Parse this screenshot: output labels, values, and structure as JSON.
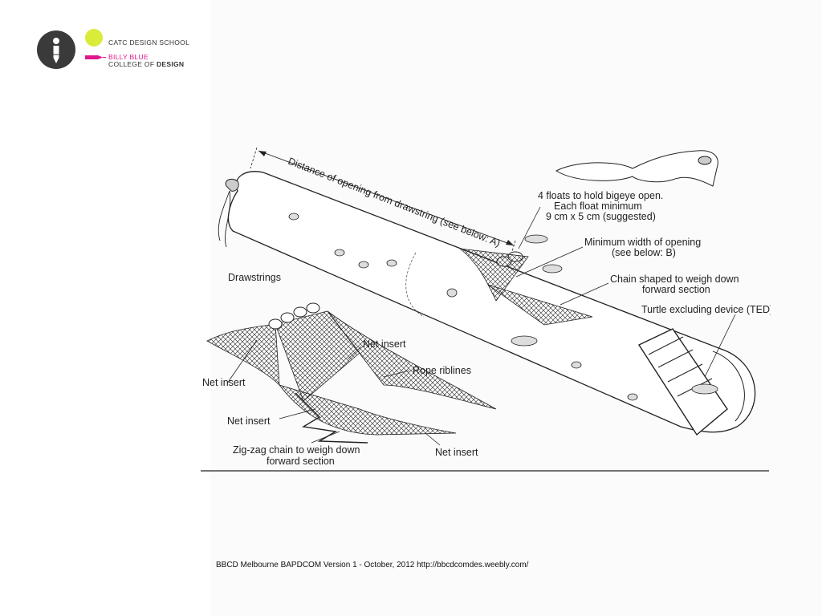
{
  "logo": {
    "school_name": "CATC DESIGN SCHOOL",
    "college_line1": "BILLY BLUE",
    "college_line2_a": "COLLEGE OF ",
    "college_line2_b": "DESIGN",
    "icon": "info-pencil-icon",
    "accent_green": "#d9ec3a",
    "accent_pink": "#e0168c"
  },
  "diagram": {
    "labels": {
      "distance": "Distance of opening from drawstring (see below: A)",
      "floats_1": "4 floats to hold bigeye open.",
      "floats_2": "Each float minimum",
      "floats_3": "9 cm x 5 cm (suggested)",
      "min_width_1": "Minimum width of opening",
      "min_width_2": "(see below: B)",
      "chain_1": "Chain shaped to weigh down",
      "chain_2": "forward section",
      "ted": "Turtle excluding device (TED)",
      "drawstrings": "Drawstrings",
      "net_insert_top": "Net insert",
      "rope_riblines": "Rope riblines",
      "net_insert_left": "Net insert",
      "net_insert_mid": "Net insert",
      "net_insert_bottom": "Net insert",
      "zigzag_1": "Zig-zag chain to weigh down",
      "zigzag_2": "forward section"
    }
  },
  "footer": {
    "text": "BBCD Melbourne BAPDCOM Version 1 - October, 2012 http://bbcdcomdes.weebly.com/"
  }
}
